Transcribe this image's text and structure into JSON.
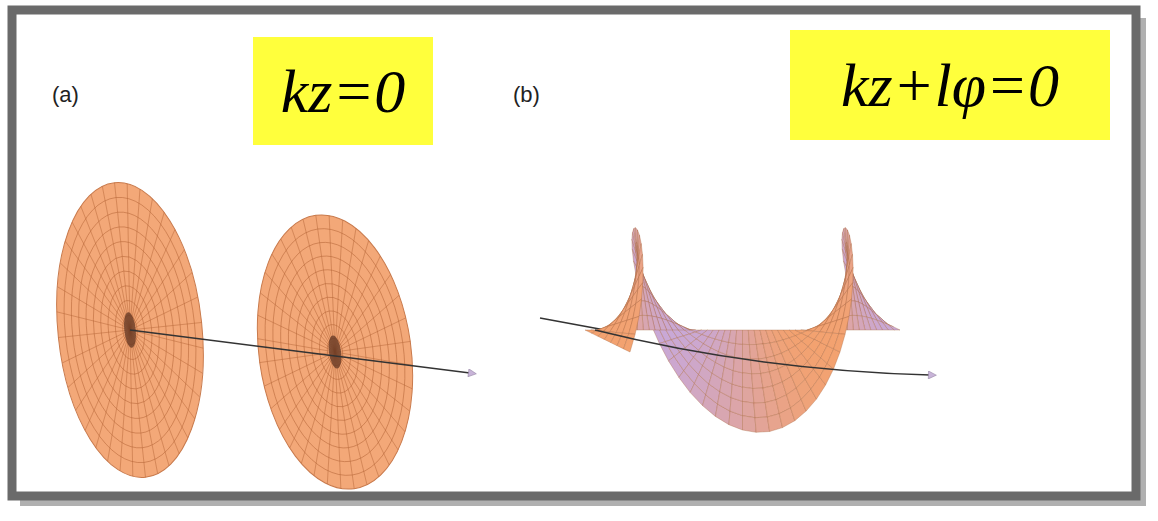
{
  "diagram": {
    "nodes": [
      {
        "text": [
          "kz=0"
        ]
      },
      {
        "text": [
          "kz+lφ=0"
        ]
      }
    ],
    "labels": [
      "(a)",
      "(b)"
    ]
  }
}
